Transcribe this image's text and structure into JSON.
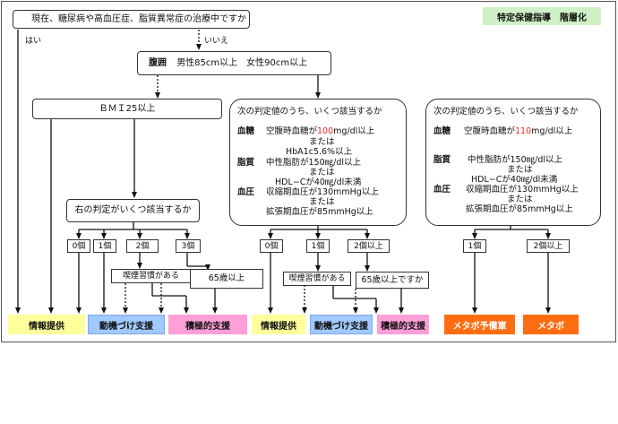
{
  "title": "特定保健指導　階層化",
  "top_question": "現在、糖尿病や高血圧症、脂質異常症の治療中ですか",
  "yes": "はい",
  "no": "いいえ",
  "waist": {
    "term": "腹囲",
    "criteria": "男性85cm以上　女性90cm以上"
  },
  "bmi": "ＢＭＩ25以上",
  "count_question": "右の判定がいくつ該当するか",
  "left_counts": [
    "0個",
    "1個",
    "2個",
    "3個"
  ],
  "smoking_habit": "喫煙習慣がある",
  "age_65": "65歳以上",
  "mid_counts": [
    "0個",
    "1個",
    "2個以上"
  ],
  "smoking_habit_2": "喫煙習慣がある",
  "age_65_q": "65歳以上ですか",
  "right_counts": [
    "1個",
    "2個以上"
  ],
  "panel_mid": {
    "header": "次の判定値のうち、いくつ該当するか",
    "sugar_label": "血糖",
    "sugar_pre": "空腹時血糖が",
    "sugar_value": "100",
    "sugar_post": "mg/dl以上",
    "or1": "または",
    "hba1c": "HbA1c5.6%以上",
    "lipid_label": "脂質",
    "lipid_1": "中性脂肪が150㎎/dl以上",
    "or2": "または",
    "lipid_2": "HDL−Cが40㎎/dl未満",
    "bp_label": "血圧",
    "bp_1": "収縮期血圧が130mmHg以上",
    "or3": "または",
    "bp_2": "拡張期血圧が85mmHg以上"
  },
  "panel_right": {
    "header": "次の判定値のうち、いくつ該当するか",
    "sugar_label": "血糖",
    "sugar_pre": "空腹時血糖が",
    "sugar_value": "110",
    "sugar_post": "mg/dl以上",
    "lipid_label": "脂質",
    "lipid_1": "中性脂肪が150㎎/dl以上",
    "or1": "または",
    "lipid_2": "HDL−Cが40㎎/dl未満",
    "bp_label": "血圧",
    "bp_1": "収縮期血圧が130mmHg以上",
    "or2": "または",
    "bp_2": "拡張期血圧が85mmHg以上"
  },
  "results": {
    "info": "情報提供",
    "motivation": "動機づけ支援",
    "active": "積極的支援",
    "info2": "情報提供",
    "motivation2": "動機づけ支援",
    "active2": "積極的支援",
    "metabo_reserve": "メタボ予備軍",
    "metabo": "メタボ"
  },
  "colors": {
    "info": "#ffff9c",
    "motivation": "#9fc9ff",
    "active": "#ff9fd8",
    "metabo": "#ff6d12",
    "title_bg": "#cff0c6",
    "highlight": "#e8281e"
  }
}
